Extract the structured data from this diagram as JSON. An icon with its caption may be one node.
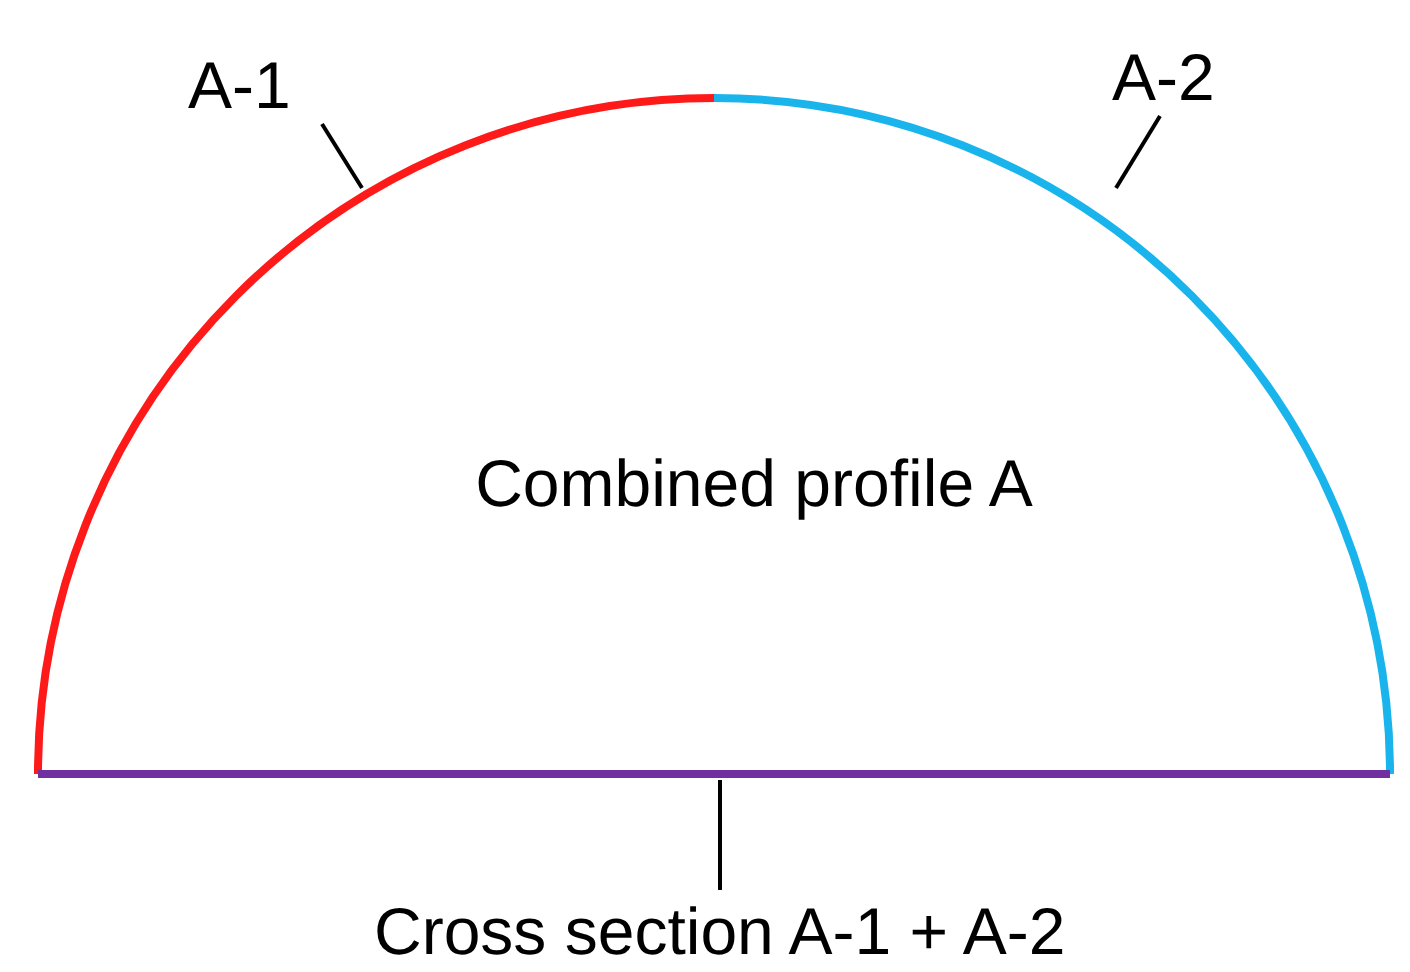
{
  "diagram": {
    "nodes": [
      {
        "text": [
          "Combined profile A"
        ]
      },
      {
        "text": [
          "A-1"
        ]
      },
      {
        "text": [
          "A-2"
        ]
      },
      {
        "text": [
          "Cross section A-1 + A-2"
        ]
      }
    ],
    "edges": [
      {
        "from": 1,
        "to": 0,
        "arrow": "none"
      },
      {
        "from": 2,
        "to": 0,
        "arrow": "none"
      },
      {
        "from": 3,
        "to": 0,
        "arrow": "none"
      }
    ]
  }
}
